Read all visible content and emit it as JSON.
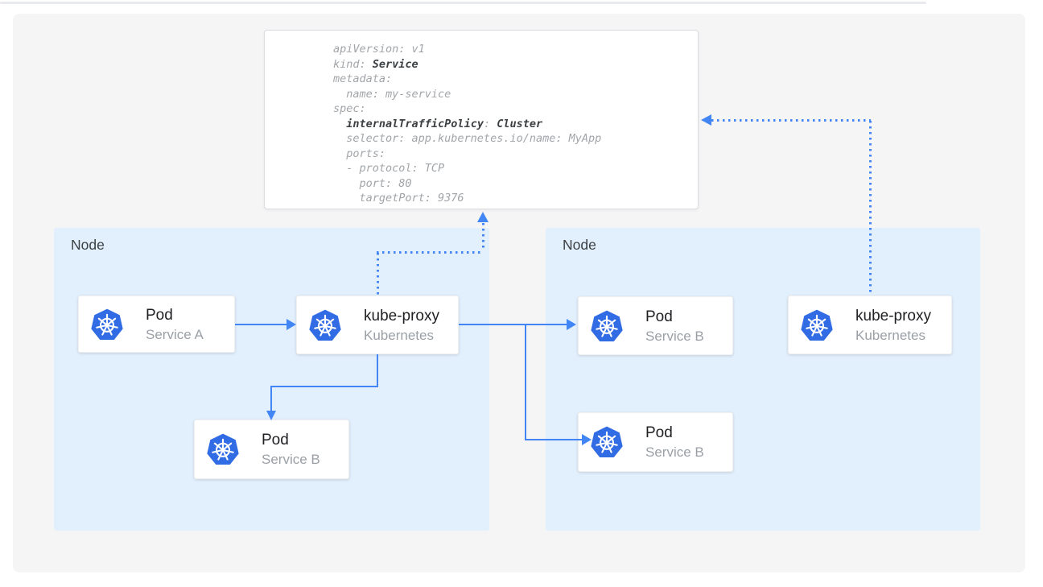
{
  "yaml": {
    "l1": {
      "plain": "apiVersion: v1"
    },
    "l2": {
      "plain": "kind: ",
      "bold": "Service"
    },
    "l3": {
      "plain": "metadata:"
    },
    "l4": {
      "plain": "  name: my-service"
    },
    "l5": {
      "plain": "spec:"
    },
    "l6": {
      "pre": "  ",
      "bold": "internalTrafficPolicy",
      "mid": ": ",
      "bold2": "Cluster"
    },
    "l7": {
      "plain": "  selector: app.kubernetes.io/name: MyApp"
    },
    "l8": {
      "plain": "  ports:"
    },
    "l9": {
      "plain": "  - protocol: TCP"
    },
    "l10": {
      "plain": "    port: 80"
    },
    "l11": {
      "plain": "    targetPort: 9376"
    }
  },
  "nodes": {
    "left": {
      "label": "Node"
    },
    "right": {
      "label": "Node"
    }
  },
  "cards": {
    "pod_a": {
      "title": "Pod",
      "subtitle": "Service A"
    },
    "kube_proxy_left": {
      "title": "kube-proxy",
      "subtitle": "Kubernetes"
    },
    "pod_b_left": {
      "title": "Pod",
      "subtitle": "Service B"
    },
    "pod_b_right_top": {
      "title": "Pod",
      "subtitle": "Service B"
    },
    "pod_b_right_bot": {
      "title": "Pod",
      "subtitle": "Service B"
    },
    "kube_proxy_right": {
      "title": "kube-proxy",
      "subtitle": "Kubernetes"
    }
  },
  "colors": {
    "arrow_blue": "#4285f4",
    "kubernetes_icon_blue": "#326ce5",
    "node_background": "#e2effc",
    "panel_background": "#f5f5f6",
    "yaml_text_gray": "#a1a5a9",
    "yaml_text_bold": "#3c4043",
    "card_title": "#202124",
    "card_subtitle": "#9aa0a6"
  }
}
